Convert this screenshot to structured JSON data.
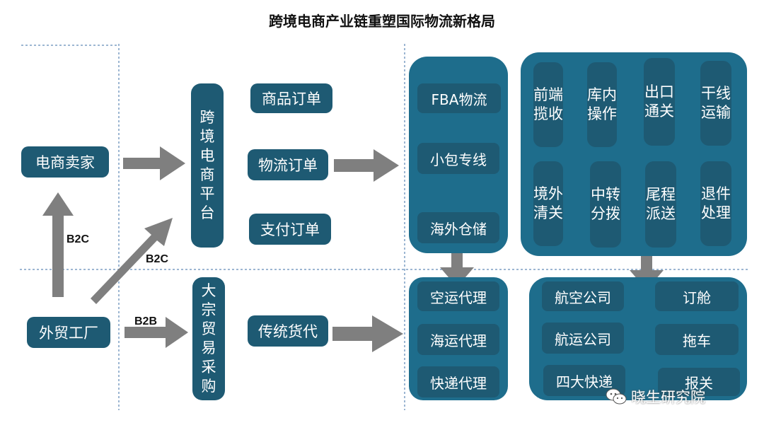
{
  "title": "跨境电商产业链重塑国际物流新格局",
  "seller": "电商卖家",
  "factory": "外贸工厂",
  "platform": "跨境电商平台",
  "bulk": "大宗贸易采购",
  "labels": {
    "b2c_up": "B2C",
    "b2c_diag": "B2C",
    "b2b": "B2B"
  },
  "orders": [
    "商品订单",
    "物流订单",
    "支付订单"
  ],
  "traditional": "传统货代",
  "ecom_logistics": [
    "FBA物流",
    "小包专线",
    "海外仓储"
  ],
  "services_top": [
    "前端揽收",
    "库内操作",
    "出口通关",
    "干线运输"
  ],
  "services_bottom": [
    "境外清关",
    "中转分拨",
    "尾程派送",
    "退件处理"
  ],
  "agents": [
    "空运代理",
    "海运代理",
    "快递代理"
  ],
  "carriers_left": [
    "航空公司",
    "航运公司",
    "四大快递"
  ],
  "carriers_right": [
    "订舱",
    "拖车",
    "报关"
  ],
  "watermark": "晓生研究院",
  "colors": {
    "box": "#1e5a73",
    "panel": "#1e6d8c",
    "arrow": "#7f7f7f"
  }
}
